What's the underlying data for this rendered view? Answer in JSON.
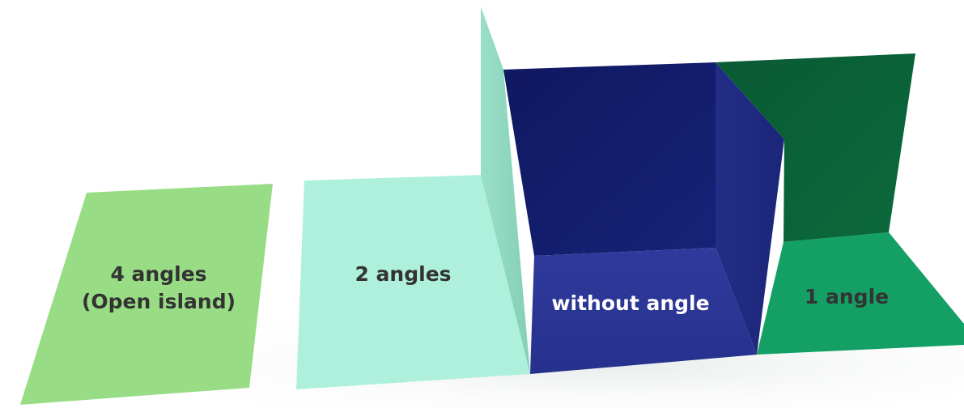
{
  "configurations": {
    "open_island": {
      "line1": "4 angles",
      "line2": "(Open island)",
      "color": "#98dd85"
    },
    "two_angles": {
      "label": "2 angles",
      "color": "#aff0dc",
      "wall_color": "#8ed6be"
    },
    "without_angle": {
      "label": "without angle",
      "color": "#293494",
      "wall_color": "#101a68"
    },
    "one_angle": {
      "label": "1 angle",
      "color": "#14a065",
      "wall_color": "#0b5c35"
    }
  }
}
